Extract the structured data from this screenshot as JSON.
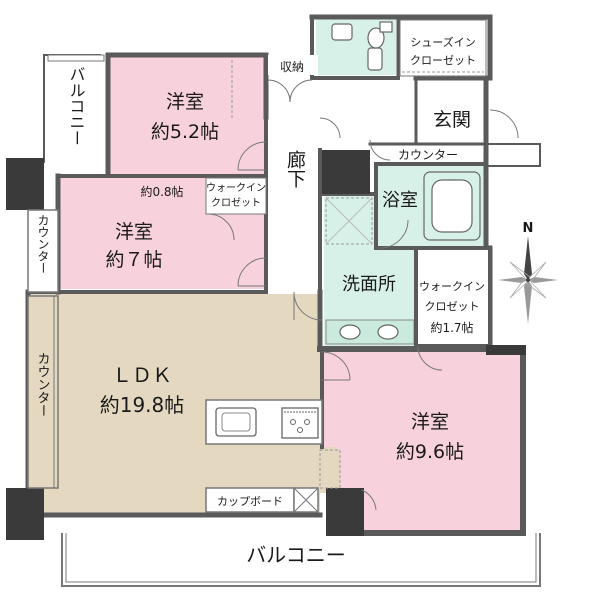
{
  "rooms": {
    "western_room_top": {
      "name": "洋室",
      "size": "約5.2帖"
    },
    "western_room_mid": {
      "name": "洋室",
      "size": "約７帖"
    },
    "ldk": {
      "name": "ＬＤＫ",
      "size": "約19.8帖"
    },
    "western_room_large": {
      "name": "洋室",
      "size": "約9.6帖"
    },
    "corridor": {
      "name": "廊下"
    },
    "entrance": {
      "name": "玄関"
    },
    "bathroom": {
      "name": "浴室"
    },
    "washroom": {
      "name": "洗面所"
    }
  },
  "labels": {
    "balcony_side": "バルコニー",
    "balcony_bottom": "バルコニー",
    "storage": "収納",
    "shoes_closet_line1": "シューズイン",
    "shoes_closet_line2": "クローゼット",
    "counter_entrance": "カウンター",
    "counter_left_upper": "カウンター",
    "counter_left_lower": "カウンター",
    "walkin_small_line1": "ウォークイン",
    "walkin_small_line2": "クロゼット",
    "walkin_small_size": "約0.8帖",
    "walkin_large_line1": "ウォークイン",
    "walkin_large_line2": "クロゼット",
    "walkin_large_size": "約1.7帖",
    "cupboard": "カップボード",
    "compass_north": "N"
  },
  "colors": {
    "western_room": "#f7d2dc",
    "ldk": "#e4d9c0",
    "wet_area": "#d8f1e8",
    "wall": "#5a5a5a",
    "pillar": "#3a3a3a"
  }
}
